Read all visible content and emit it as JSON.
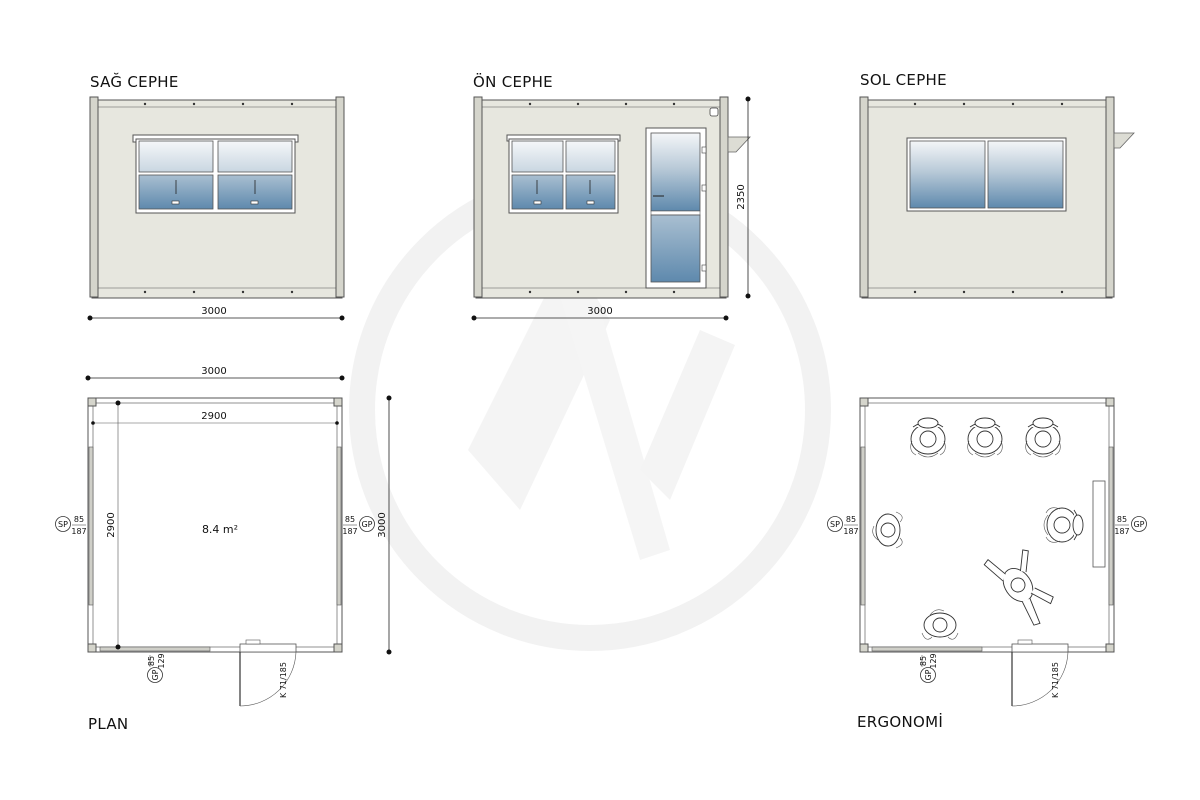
{
  "views": {
    "right_elevation": {
      "title": "SAĞ CEPHE",
      "width_dim": "3000"
    },
    "front_elevation": {
      "title": "ÖN CEPHE",
      "width_dim": "3000",
      "height_dim": "2350"
    },
    "left_elevation": {
      "title": "SOL CEPHE"
    },
    "plan": {
      "title": "PLAN",
      "outer_dim": "3000",
      "inner_dim": "2900",
      "inner_height_dim": "2900",
      "outer_height_dim": "3000",
      "area": "8.4 m²",
      "left_window": {
        "code": "SP",
        "top": "85",
        "bottom": "187"
      },
      "right_window": {
        "code": "GP",
        "top": "85",
        "bottom": "187"
      },
      "bottom_window": {
        "code": "GP",
        "top": "85",
        "bottom": "129"
      },
      "door": "K 71/185"
    },
    "ergonomics": {
      "title": "ERGONOMİ",
      "left_window": {
        "code": "SP",
        "top": "85",
        "bottom": "187"
      },
      "right_window": {
        "code": "GP",
        "top": "85",
        "bottom": "187"
      },
      "bottom_window": {
        "code": "GP",
        "top": "85",
        "bottom": "129"
      },
      "door": "K 71/185"
    }
  },
  "colors": {
    "wall": "#e7e7df",
    "glass_top": "#f2f5f8",
    "glass_bottom": "#5e89ad",
    "watermark": "#f1f1f1"
  }
}
